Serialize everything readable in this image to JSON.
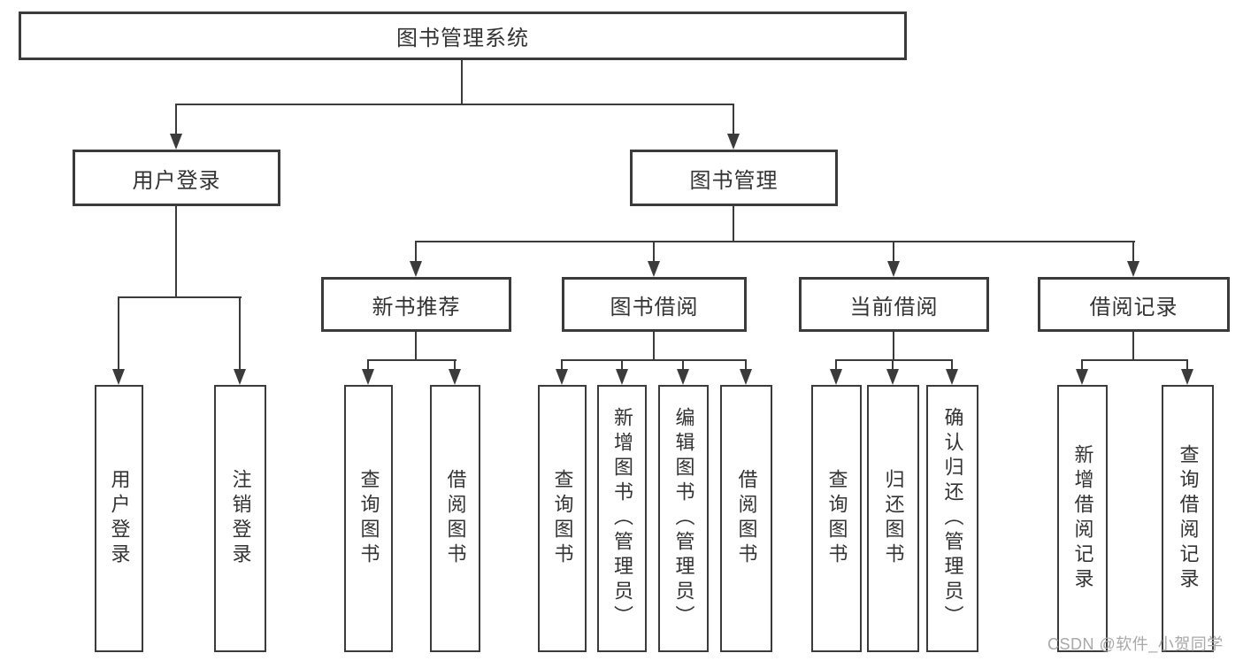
{
  "nodes": {
    "root": "图书管理系统",
    "level2": [
      "用户登录",
      "图书管理"
    ],
    "level3": [
      "新书推荐",
      "图书借阅",
      "当前借阅",
      "借阅记录"
    ],
    "leaves": [
      "用户登录",
      "注销登录",
      "查询图书",
      "借阅图书",
      "查询图书",
      "新增图书（管理员）",
      "编辑图书（管理员）",
      "借阅图书",
      "查询图书",
      "归还图书",
      "确认归还（管理员）",
      "新增借阅记录",
      "查询借阅记录"
    ]
  },
  "hierarchy": {
    "图书管理系统": {
      "用户登录": [
        "用户登录",
        "注销登录"
      ],
      "图书管理": {
        "新书推荐": [
          "查询图书",
          "借阅图书"
        ],
        "图书借阅": [
          "查询图书",
          "新增图书（管理员）",
          "编辑图书（管理员）",
          "借阅图书"
        ],
        "当前借阅": [
          "查询图书",
          "归还图书",
          "确认归还（管理员）"
        ],
        "借阅记录": [
          "新增借阅记录",
          "查询借阅记录"
        ]
      }
    }
  },
  "watermark": {
    "text": "CSDN @软件_小贺同学"
  },
  "colors": {
    "line": "#3b3b3b",
    "text": "#333333",
    "watermark": "#a8a8a8",
    "background": "#ffffff"
  }
}
